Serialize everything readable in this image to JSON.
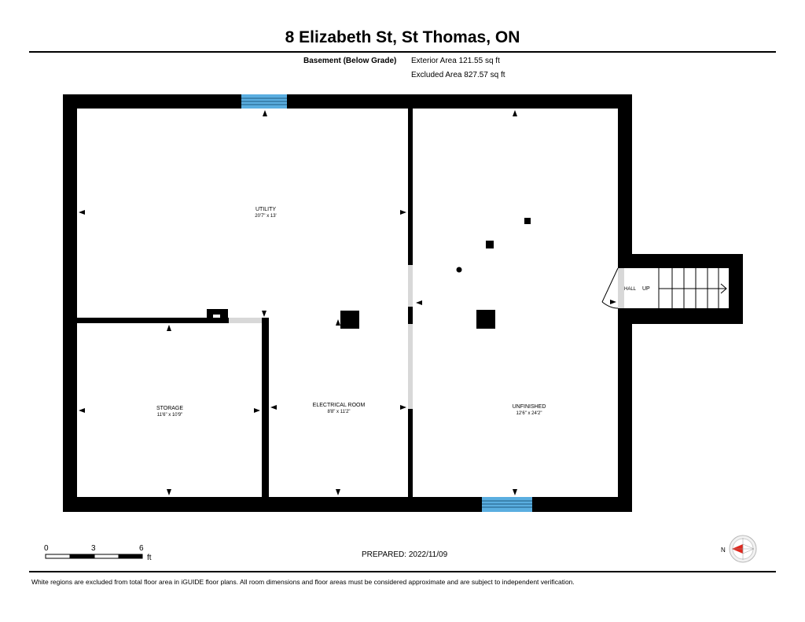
{
  "header": {
    "title": "8 Elizabeth St, St Thomas, ON",
    "floor_name": "Basement (Below Grade)",
    "exterior_area": "Exterior Area 121.55 sq ft",
    "excluded_area": "Excluded Area 827.57 sq ft"
  },
  "rooms": {
    "utility": {
      "name": "UTILITY",
      "dims": "20'7\" x 13'"
    },
    "storage": {
      "name": "STORAGE",
      "dims": "11'6\" x 10'9\""
    },
    "electrical": {
      "name": "ELECTRICAL ROOM",
      "dims": "8'8\" x 11'2\""
    },
    "unfinished": {
      "name": "UNFINISHED",
      "dims": "12'6\" x 24'2\""
    },
    "hall": {
      "name": "HALL"
    },
    "stairs": {
      "label": "UP"
    }
  },
  "scale": {
    "ticks": [
      "0",
      "3",
      "6"
    ],
    "unit": "ft"
  },
  "compass": {
    "label": "N"
  },
  "prepared": "PREPARED: 2022/11/09",
  "footer": "White regions are excluded from total floor area in iGUIDE floor plans. All room dimensions and floor areas must be considered approximate and are subject to independent verification.",
  "colors": {
    "wall": "#000000",
    "window": "#5aaee0",
    "opening": "#d8d8d8",
    "compass_arrow": "#e0281e"
  }
}
